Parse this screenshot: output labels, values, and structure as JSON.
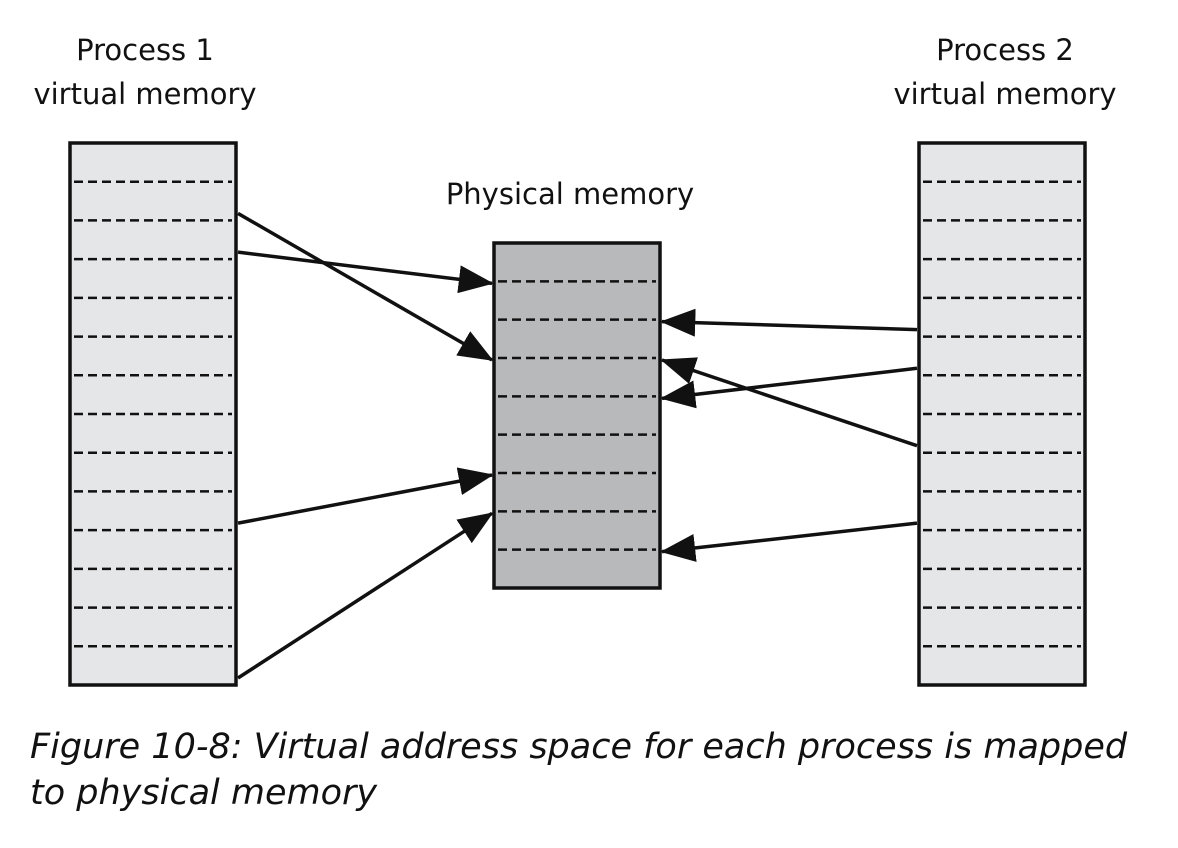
{
  "process1": {
    "title_line1": "Process 1",
    "title_line2": "virtual memory",
    "page_count": 14,
    "fill": "#e5e6e8"
  },
  "physical": {
    "title": "Physical memory",
    "page_count": 9,
    "fill": "#b8b9bb"
  },
  "process2": {
    "title_line1": "Process 2",
    "title_line2": "virtual memory",
    "page_count": 14,
    "fill": "#e5e6e8"
  },
  "mappings": [
    {
      "from": "process1",
      "from_page": 2,
      "to_page": 3
    },
    {
      "from": "process1",
      "from_page": 3,
      "to_page": 1
    },
    {
      "from": "process1",
      "from_page": 10,
      "to_page": 6
    },
    {
      "from": "process1",
      "from_page": 14,
      "to_page": 7
    },
    {
      "from": "process2",
      "from_page": 5,
      "to_page": 2
    },
    {
      "from": "process2",
      "from_page": 6,
      "to_page": 4
    },
    {
      "from": "process2",
      "from_page": 8,
      "to_page": 3
    },
    {
      "from": "process2",
      "from_page": 10,
      "to_page": 8
    }
  ],
  "caption": {
    "line1": "Figure 10-8: Virtual address space for each process is mapped",
    "line2": "to physical memory"
  }
}
